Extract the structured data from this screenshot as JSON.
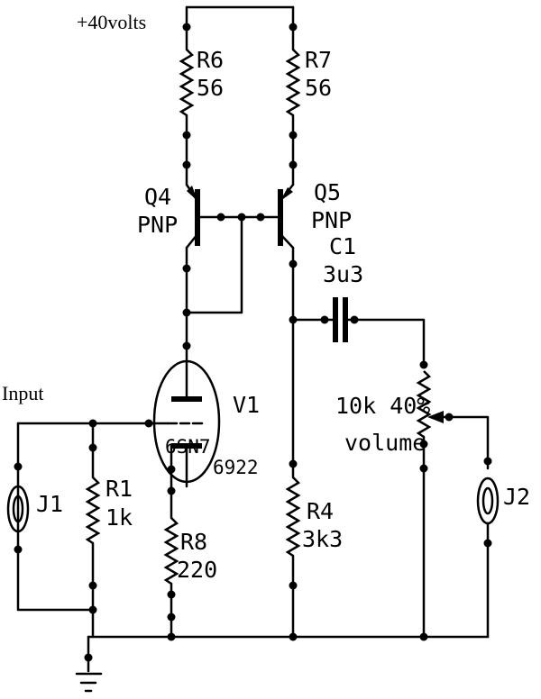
{
  "supply": {
    "label": "+40volts"
  },
  "input": {
    "label": "Input"
  },
  "components": {
    "R6": {
      "ref": "R6",
      "value": "56"
    },
    "R7": {
      "ref": "R7",
      "value": "56"
    },
    "Q4": {
      "ref": "Q4",
      "type": "PNP"
    },
    "Q5": {
      "ref": "Q5",
      "type": "PNP"
    },
    "C1": {
      "ref": "C1",
      "value": "3u3"
    },
    "V1": {
      "ref": "V1",
      "type1": "6SN7",
      "type2": "6922"
    },
    "R1": {
      "ref": "R1",
      "value": "1k"
    },
    "R8": {
      "ref": "R8",
      "value": "220"
    },
    "R4": {
      "ref": "R4",
      "value": "3k3"
    },
    "J1": {
      "ref": "J1"
    },
    "J2": {
      "ref": "J2"
    },
    "pot": {
      "value": "10k 40%",
      "name": "volume"
    }
  }
}
